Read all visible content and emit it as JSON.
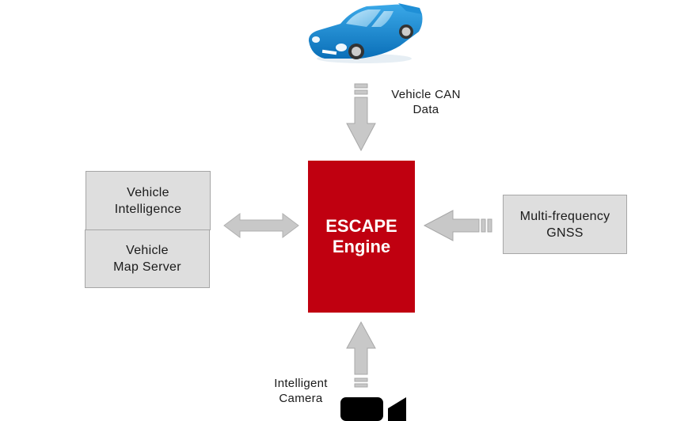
{
  "diagram": {
    "center": {
      "line1": "ESCAPE",
      "line2": "Engine",
      "color": "#c00010"
    },
    "inputs": {
      "vehicle_can": {
        "line1": "Vehicle CAN",
        "line2": "Data",
        "icon": "car-icon",
        "direction": "down"
      },
      "gnss": {
        "line1": "Multi-frequency",
        "line2": "GNSS",
        "direction": "left"
      },
      "camera": {
        "line1": "Intelligent",
        "line2": "Camera",
        "icon": "video-camera-icon",
        "direction": "up"
      }
    },
    "bidirectional": {
      "vehicle_intelligence": {
        "line1": "Vehicle",
        "line2": "Intelligence"
      },
      "vehicle_map_server": {
        "line1": "Vehicle",
        "line2": "Map Server"
      },
      "direction": "both"
    },
    "colors": {
      "arrow_fill": "#c8c8c8",
      "arrow_stroke": "#a8a8a8",
      "box_fill": "#dedede",
      "box_border": "#a6a6a6"
    }
  }
}
